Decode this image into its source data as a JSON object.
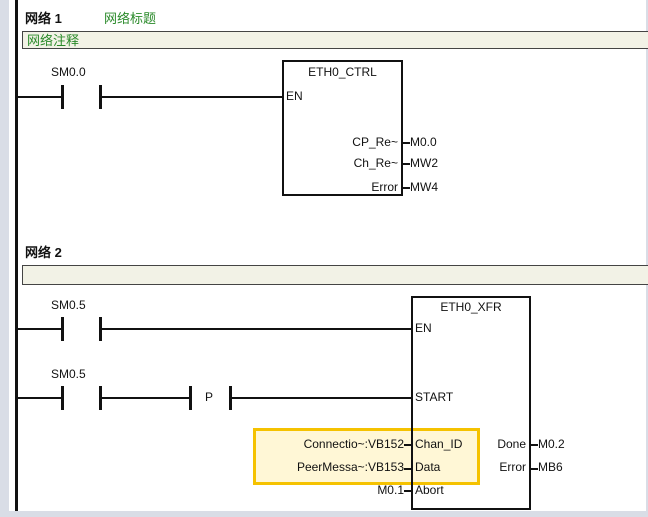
{
  "network1": {
    "label": "网络 1",
    "title": "网络标题",
    "comment": "网络注释",
    "contact": "SM0.0",
    "block": {
      "name": "ETH0_CTRL",
      "en": "EN",
      "outputs": [
        {
          "pin": "CP_Re~",
          "operand": "M0.0"
        },
        {
          "pin": "Ch_Re~",
          "operand": "MW2"
        },
        {
          "pin": "Error",
          "operand": "MW4"
        }
      ]
    }
  },
  "network2": {
    "label": "网络 2",
    "comment": "",
    "contact1": "SM0.5",
    "contact2": "SM0.5",
    "p_contact": "P",
    "block": {
      "name": "ETH0_XFR",
      "en": "EN",
      "start": "START",
      "inputs": [
        {
          "pin": "Chan_ID",
          "operand": "Connectio~:VB152"
        },
        {
          "pin": "Data",
          "operand": "PeerMessa~:VB153"
        },
        {
          "pin": "Abort",
          "operand": "M0.1"
        }
      ],
      "outputs": [
        {
          "pin": "Done",
          "operand": "M0.2"
        },
        {
          "pin": "Error",
          "operand": "MB6"
        }
      ]
    }
  },
  "colors": {
    "highlight": "#f5c200",
    "title_green": "#2a8a2a"
  }
}
